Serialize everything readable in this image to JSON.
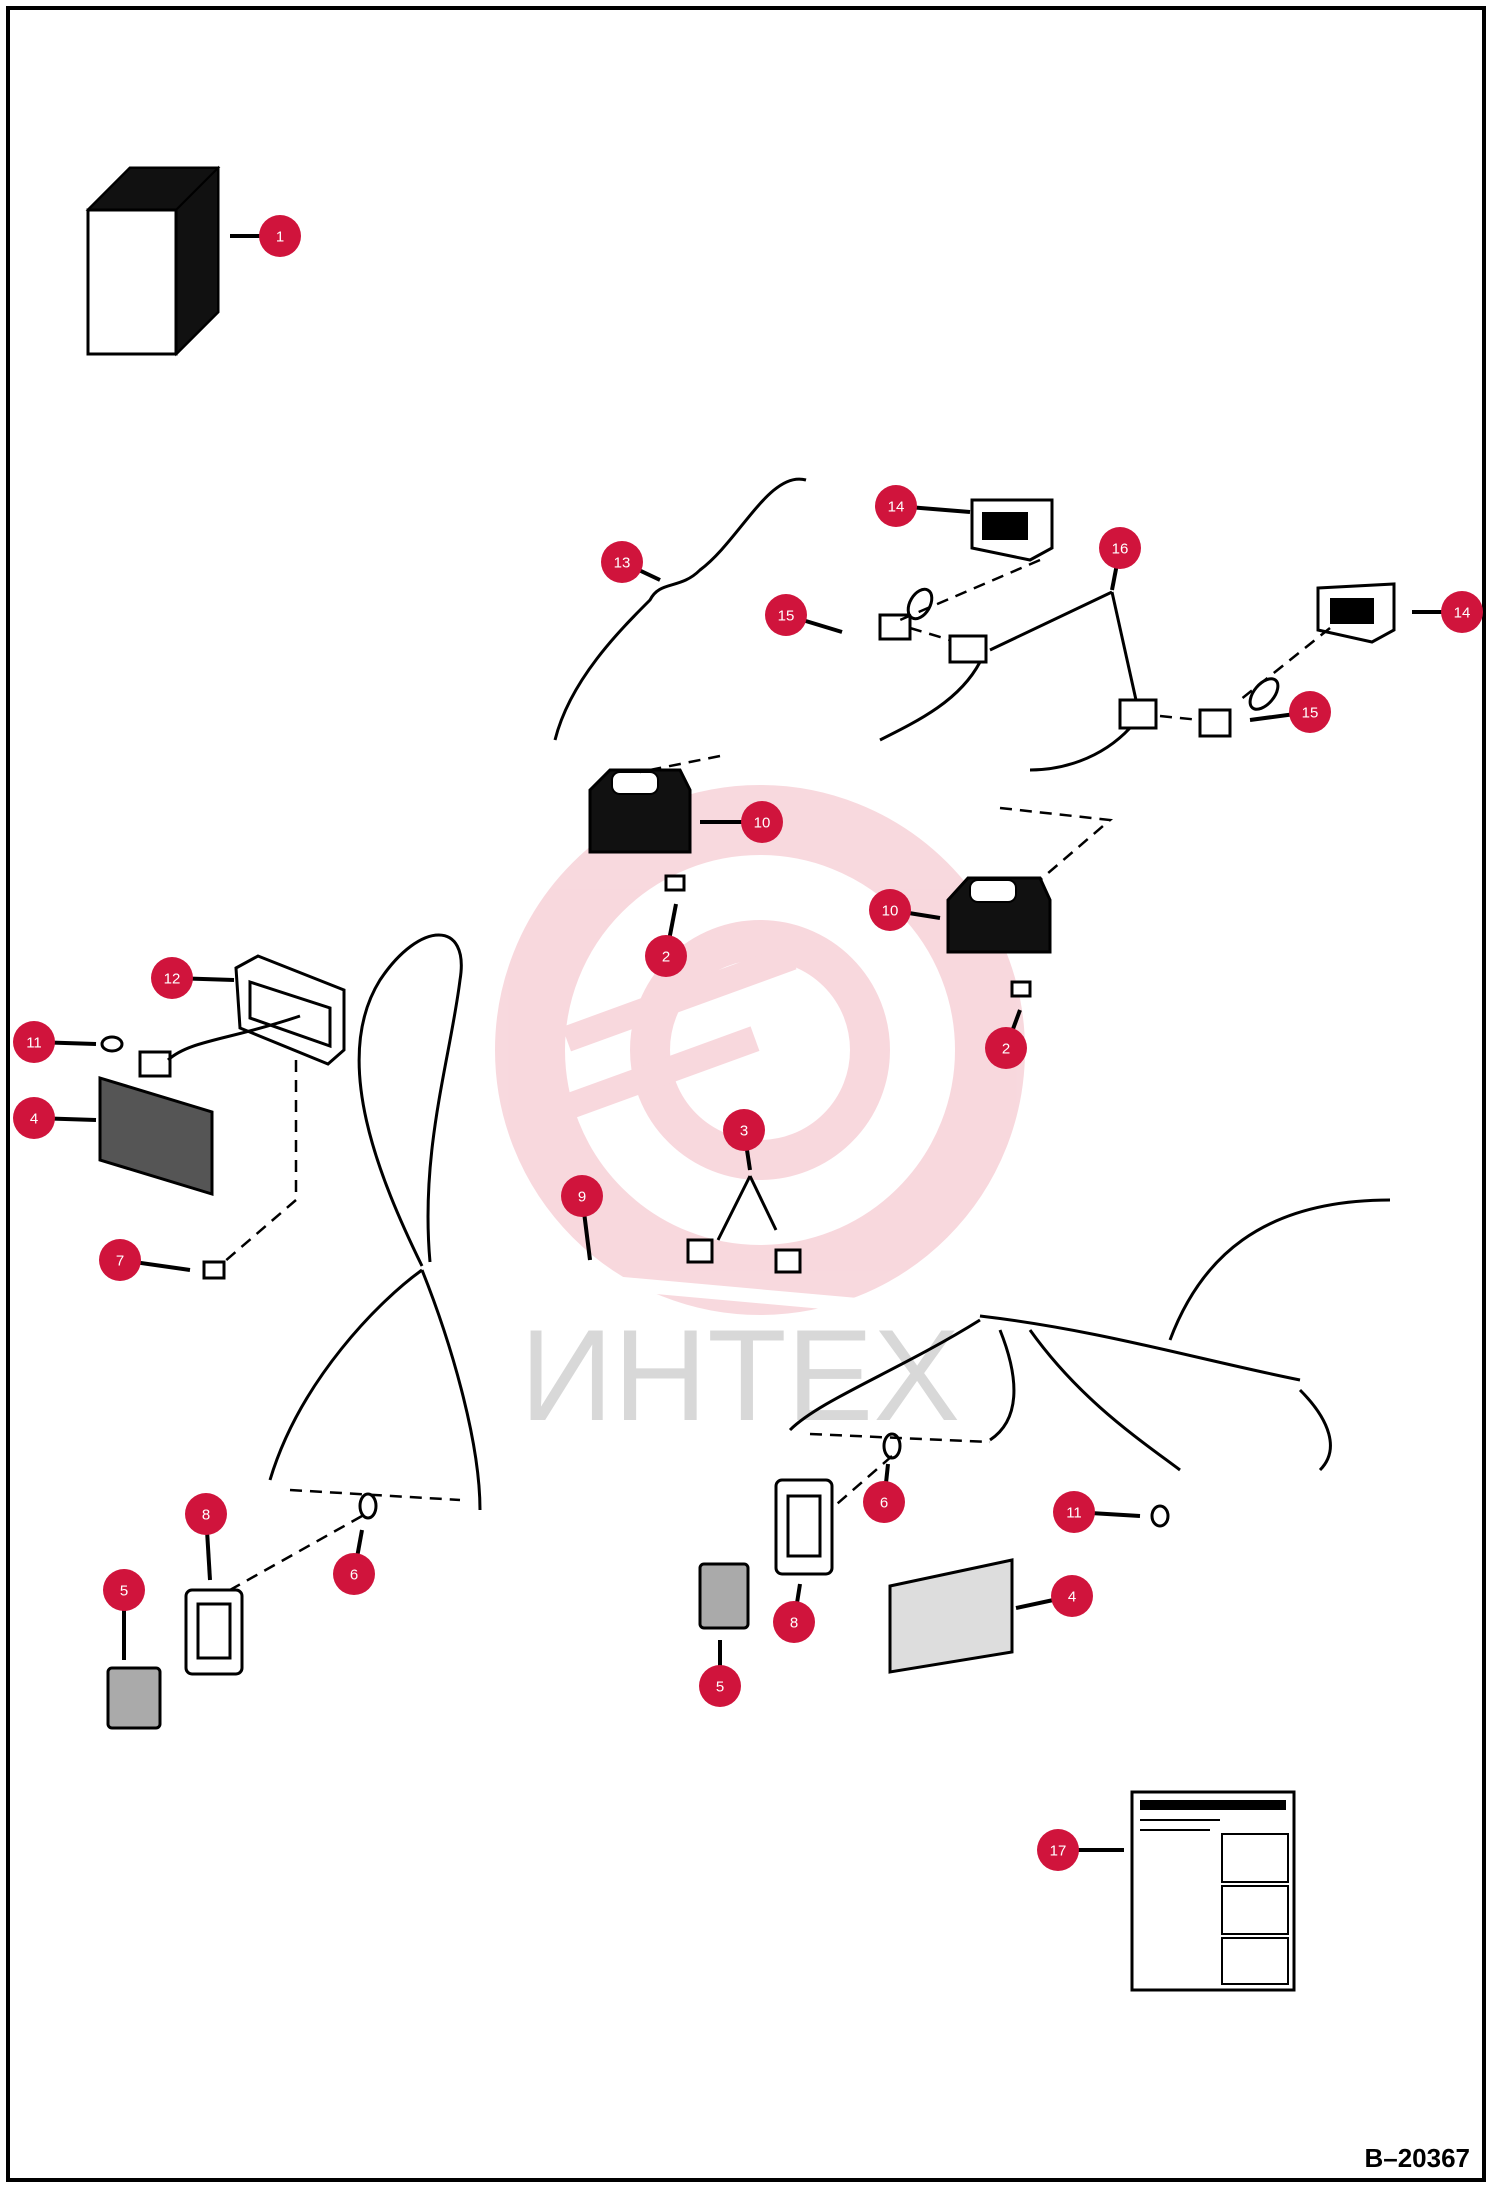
{
  "diagram": {
    "doc_code": "B–20367",
    "watermark_text": "ИНТЕХ",
    "callout_color": "#d0143c",
    "callouts": [
      "1",
      "14",
      "13",
      "16",
      "15",
      "14",
      "15",
      "10",
      "10",
      "2",
      "12",
      "11",
      "4",
      "2",
      "3",
      "9",
      "7",
      "8",
      "6",
      "6",
      "11",
      "5",
      "4",
      "8",
      "5",
      "17"
    ]
  }
}
